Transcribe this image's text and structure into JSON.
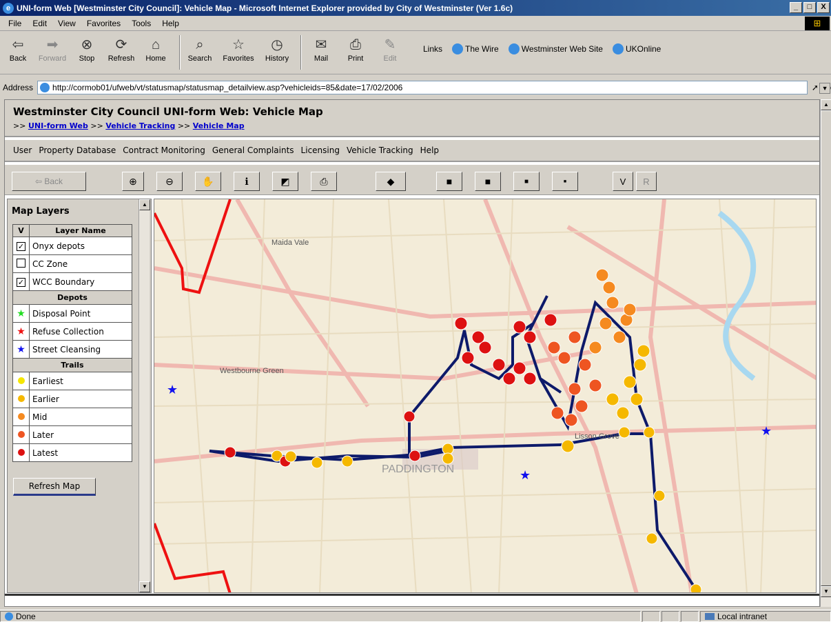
{
  "window": {
    "title": "UNI-form Web [Westminster City Council]: Vehicle Map - Microsoft Internet Explorer provided by City of Westminster (Ver 1.6c)",
    "controls": [
      "_",
      "□",
      "X"
    ]
  },
  "menubar": [
    "File",
    "Edit",
    "View",
    "Favorites",
    "Tools",
    "Help"
  ],
  "toolbar": {
    "back": "Back",
    "forward": "Forward",
    "stop": "Stop",
    "refresh": "Refresh",
    "home": "Home",
    "search": "Search",
    "favorites": "Favorites",
    "history": "History",
    "mail": "Mail",
    "print": "Print",
    "edit": "Edit"
  },
  "links": {
    "label": "Links",
    "items": [
      "The Wire",
      "Westminster Web Site",
      "UKOnline"
    ]
  },
  "address": {
    "label": "Address",
    "url": "http://cormob01/ufweb/vt/statusmap/statusmap_detailview.asp?vehicleids=85&date=17/02/2006",
    "go": "Go"
  },
  "page": {
    "heading": "Westminster City Council UNI-form Web: Vehicle Map",
    "breadcrumb": {
      "sep": ">>",
      "items": [
        "UNI-form Web",
        "Vehicle Tracking",
        "Vehicle Map"
      ]
    },
    "menu": [
      "User",
      "Property Database",
      "Contract Monitoring",
      "General Complaints",
      "Licensing",
      "Vehicle Tracking",
      "Help"
    ]
  },
  "maptools": {
    "back": "⇦ Back",
    "v": "V",
    "r": "R"
  },
  "layers": {
    "title": "Map Layers",
    "col_v": "V",
    "col_name": "Layer Name",
    "items": [
      {
        "name": "Onyx depots",
        "checked": true,
        "mark": "✓"
      },
      {
        "name": "CC Zone",
        "checked": false,
        "mark": ""
      },
      {
        "name": "WCC Boundary",
        "checked": true,
        "mark": "✓"
      }
    ],
    "depots_title": "Depots",
    "depots": [
      {
        "name": "Disposal Point",
        "color": "#22dd22"
      },
      {
        "name": "Refuse Collection",
        "color": "#ee1111"
      },
      {
        "name": "Street Cleansing",
        "color": "#1111ee"
      }
    ],
    "trails_title": "Trails",
    "trails": [
      {
        "name": "Earliest",
        "color": "#f5e600"
      },
      {
        "name": "Earlier",
        "color": "#f5b800"
      },
      {
        "name": "Mid",
        "color": "#f58a20"
      },
      {
        "name": "Later",
        "color": "#ee5522"
      },
      {
        "name": "Latest",
        "color": "#dd1111"
      }
    ],
    "refresh": "Refresh Map"
  },
  "map": {
    "labels": [
      "Maida Vale",
      "Westbourne Green",
      "PADDINGTON",
      "Lisson Grove"
    ]
  },
  "status": {
    "text": "Done",
    "zone": "Local intranet"
  }
}
